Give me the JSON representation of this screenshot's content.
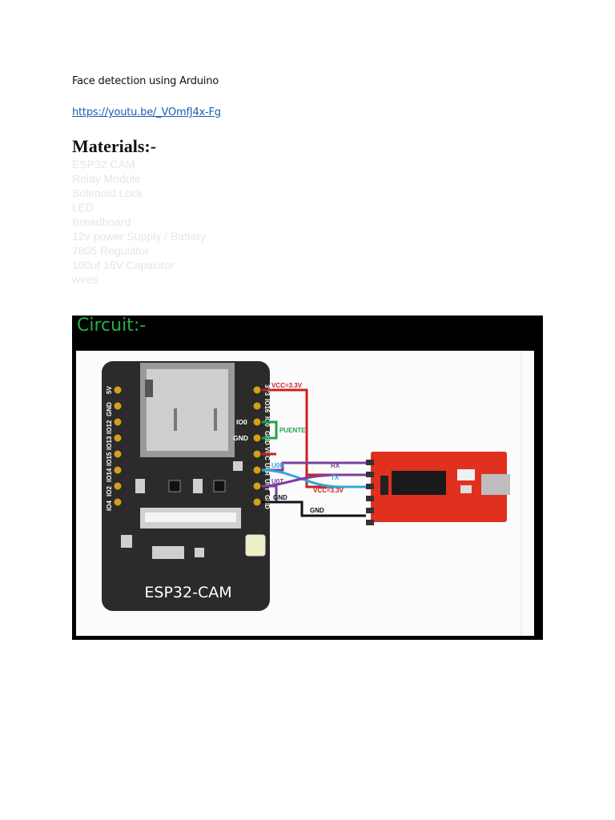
{
  "document": {
    "title": "Face detection using Arduino",
    "link": "https://youtu.be/_VOmfJ4x-Fg",
    "materials_heading": "Materials:-",
    "materials": [
      "ESP32 CAM",
      "Relay Module",
      "Solenoid Lock",
      "LED",
      "Breadboard",
      "12v power Supply / Battery",
      "7805 Regulator",
      "100uf 16V Capacitor",
      "wires"
    ]
  },
  "circuit": {
    "heading": "Circuit:-",
    "board_label": "ESP32-CAM",
    "left_pins": [
      "5V",
      "GND",
      "IO12",
      "IO13",
      "IO15",
      "IO14",
      "IO2",
      "IO4"
    ],
    "right_pins": [
      "3V3",
      "IO16",
      "IO0",
      "GND",
      "VCC",
      "U0R",
      "U0T",
      "GND"
    ],
    "side_labels": {
      "io0": "IO0",
      "gnd": "GND",
      "u0r": "U0R",
      "u0t": "U0T",
      "gnd2": "GND"
    },
    "wire_labels": {
      "vcc_top": "VCC=3.3V",
      "puente": "PUENTE",
      "rx": "RX",
      "tx": "TX",
      "vcc_bottom": "VCC=3.3V",
      "gnd_left": "GND",
      "gnd_right": "GND"
    },
    "wire_colors": {
      "vcc": "#cc1f1f",
      "puente": "#1fa34a",
      "rx": "#7b3fa0",
      "tx": "#2fa8d8",
      "gnd": "#111111"
    },
    "colors": {
      "frame": "#000000",
      "heading": "#22b14c",
      "esp_board": "#2b2b2b",
      "ftdi_board": "#e0301e",
      "link": "#1a5fb4"
    }
  }
}
